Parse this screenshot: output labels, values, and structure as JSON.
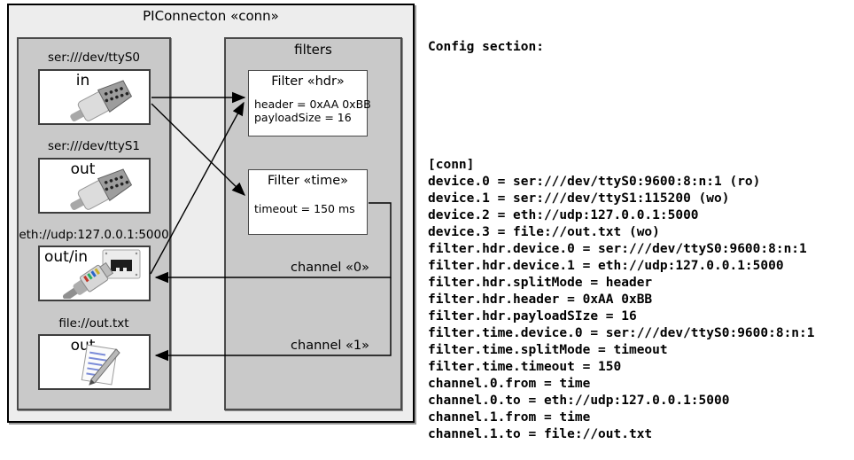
{
  "colors": {
    "outer_fill": "#ededed",
    "group_fill": "#c9c9c9",
    "box_fill": "#ffffff",
    "line_color": "#000000"
  },
  "diagram": {
    "title": "PIConnecton «conn»",
    "filters_title": "filters",
    "devices": [
      {
        "uri": "ser:///dev/ttyS0",
        "port": "in"
      },
      {
        "uri": "ser:///dev/ttyS1",
        "port": "out"
      },
      {
        "uri": "eth://udp:127.0.0.1:5000",
        "port": "out/in"
      },
      {
        "uri": "file://out.txt",
        "port": "out"
      }
    ],
    "filters": [
      {
        "title": "Filter «hdr»",
        "attr1": "header = 0xAA 0xBB",
        "attr2": "payloadSize = 16"
      },
      {
        "title": "Filter «time»",
        "attr1": "timeout = 150 ms",
        "attr2": ""
      }
    ],
    "channels": [
      {
        "label": "channel «0»"
      },
      {
        "label": "channel «1»"
      }
    ]
  },
  "config": {
    "heading": "Config section:",
    "lines": [
      "[conn]",
      "device.0 = ser:///dev/ttyS0:9600:8:n:1 (ro)",
      "device.1 = ser:///dev/ttyS1:115200 (wo)",
      "device.2 = eth://udp:127.0.0.1:5000",
      "device.3 = file://out.txt (wo)",
      "filter.hdr.device.0 = ser:///dev/ttyS0:9600:8:n:1",
      "filter.hdr.device.1 = eth://udp:127.0.0.1:5000",
      "filter.hdr.splitMode = header",
      "filter.hdr.header = 0xAA 0xBB",
      "filter.hdr.payloadSIze = 16",
      "filter.time.device.0 = ser:///dev/ttyS0:9600:8:n:1",
      "filter.time.splitMode = timeout",
      "filter.time.timeout = 150",
      "channel.0.from = time",
      "channel.0.to = eth://udp:127.0.0.1:5000",
      "channel.1.from = time",
      "channel.1.to = file://out.txt"
    ]
  }
}
